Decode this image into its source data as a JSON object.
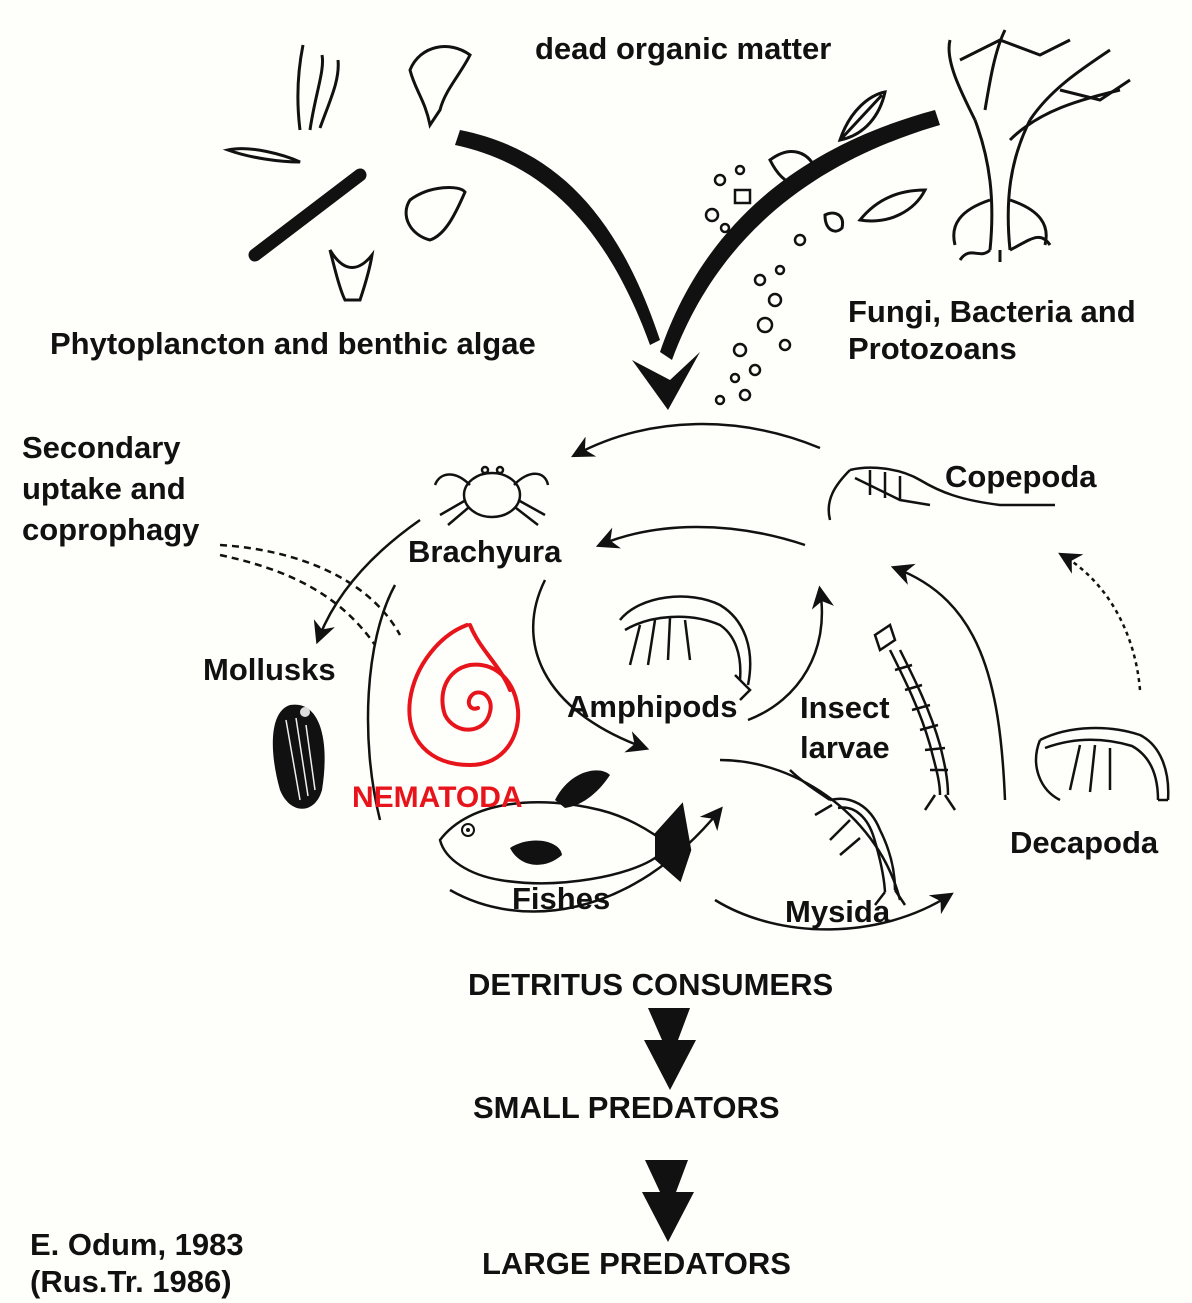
{
  "labels": {
    "dead_organic_matter": "dead organic matter",
    "phytoplankton": "Phytoplancton and benthic algae",
    "fungi": "Fungi, Bacteria and\nProtozoans",
    "secondary_uptake": "Secondary\nuptake and\ncoprophagy",
    "copepoda": "Copepoda",
    "brachyura": "Brachyura",
    "mollusks": "Mollusks",
    "amphipods": "Amphipods",
    "insect_larvae": "Insect\nlarvae",
    "nematoda": "NEMATODA",
    "decapoda": "Decapoda",
    "fishes": "Fishes",
    "mysida": "Mysida",
    "detritus_consumers": "DETRITUS CONSUMERS",
    "small_predators": "SMALL PREDATORS",
    "large_predators": "LARGE PREDATORS",
    "citation": "E. Odum, 1983\n(Rus.Tr. 1986)"
  },
  "colors": {
    "ink": "#111111",
    "highlight": "#e8141b",
    "background": "#fefefa"
  },
  "icons": [
    "seaweed-icon",
    "algae-icon",
    "diatom-icon",
    "leaf-icon",
    "mangrove-tree-icon",
    "crab-icon",
    "copepod-icon",
    "amphipod-icon",
    "insect-larva-icon",
    "mollusk-icon",
    "nematode-icon",
    "fish-icon",
    "mysid-icon",
    "decapod-shrimp-icon"
  ]
}
